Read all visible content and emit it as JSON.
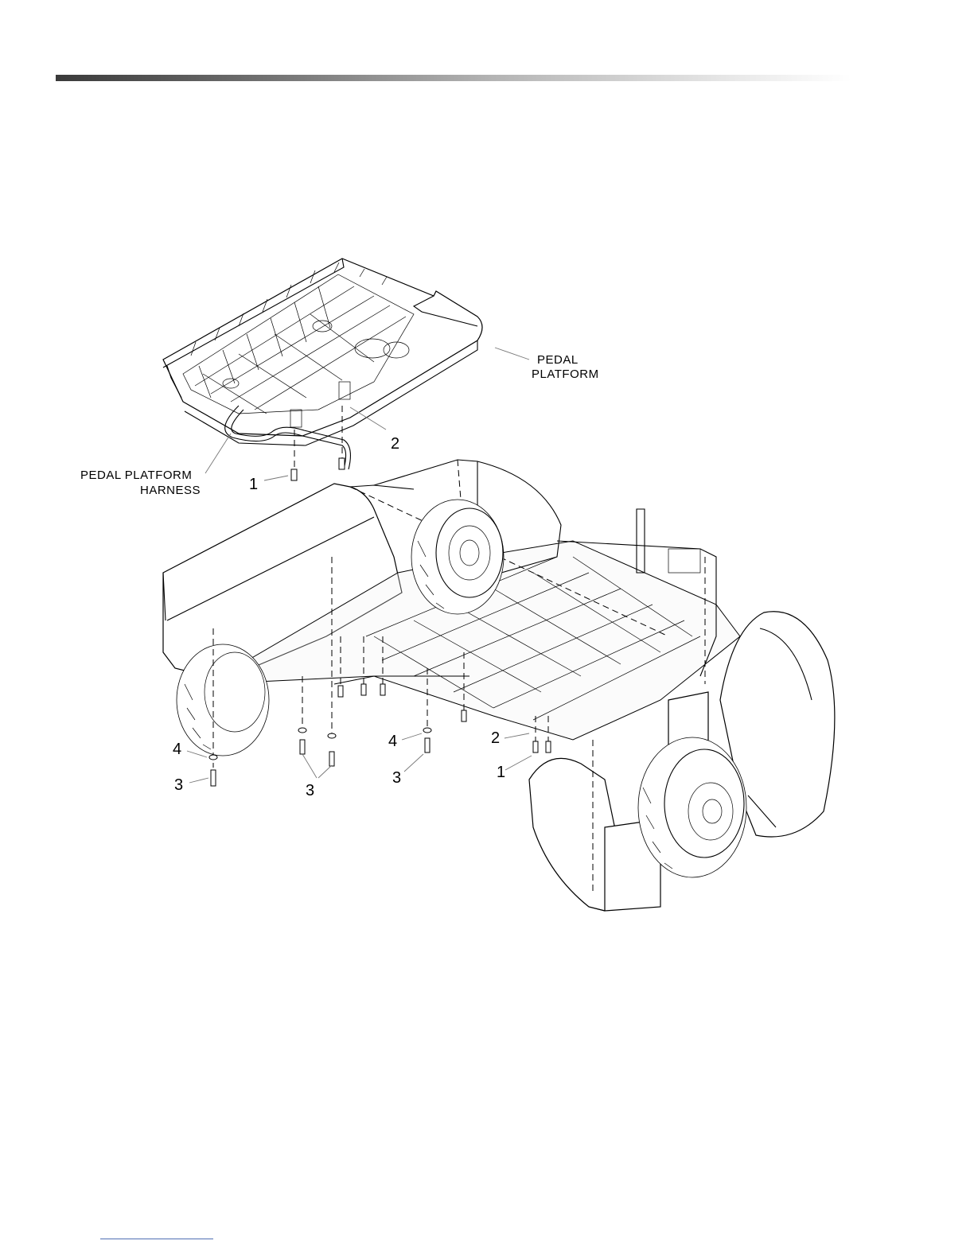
{
  "labels": {
    "pedal_platform_line1": "PEDAL",
    "pedal_platform_line2": "PLATFORM",
    "harness_line1": "PEDAL  PLATFORM",
    "harness_line2": "HARNESS"
  },
  "callouts": {
    "c1_top": "1",
    "c2_top": "2",
    "c4_left": "4",
    "c3_left": "3",
    "c3_center": "3",
    "c4_mid": "4",
    "c3_mid": "3",
    "c2_right": "2",
    "c1_right": "1"
  },
  "icons": [
    "pedal-platform-part",
    "chassis-base-part",
    "wheel-part",
    "bolt-part",
    "washer-part"
  ],
  "colors": {
    "rule_dark": "#3a3a3a",
    "link_line": "#4f6fb3"
  }
}
